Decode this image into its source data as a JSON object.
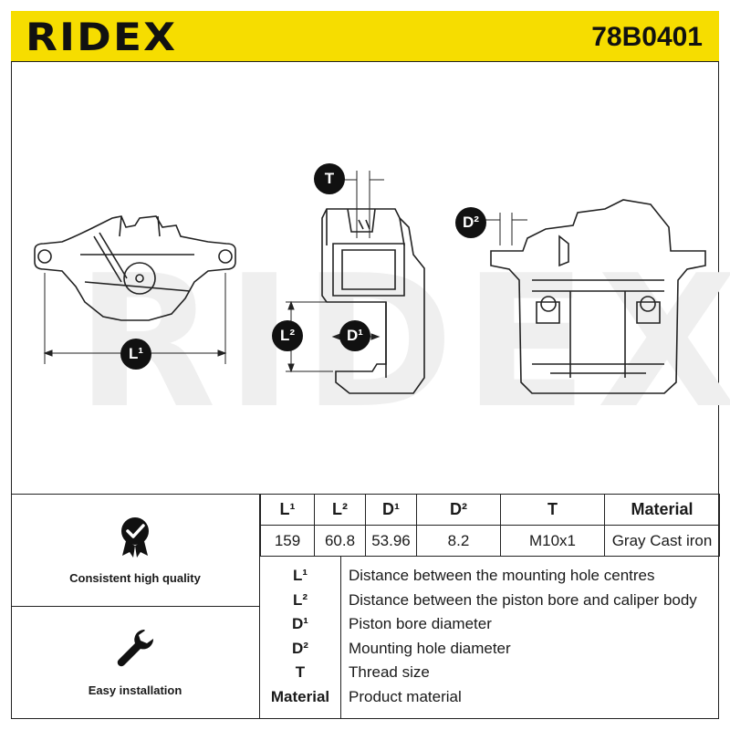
{
  "header": {
    "brand": "RIDEX",
    "part_number": "78B0401"
  },
  "drawing": {
    "watermark": "RIDEX",
    "labels": {
      "L1": "L¹",
      "L2": "L²",
      "D1": "D¹",
      "D2": "D²",
      "T": "T"
    }
  },
  "features": [
    {
      "icon": "quality-seal-icon",
      "label": "Consistent high quality"
    },
    {
      "icon": "wrench-icon",
      "label": "Easy installation"
    }
  ],
  "specs": {
    "headers": [
      "L¹",
      "L²",
      "D¹",
      "D²",
      "T",
      "Material"
    ],
    "values": [
      "159",
      "60.8",
      "53.96",
      "8.2",
      "M10x1",
      "Gray Cast iron"
    ]
  },
  "legend": [
    {
      "key": "L¹",
      "desc": "Distance between the mounting hole centres"
    },
    {
      "key": "L²",
      "desc": "Distance between the piston bore and caliper body"
    },
    {
      "key": "D¹",
      "desc": "Piston bore diameter"
    },
    {
      "key": "D²",
      "desc": "Mounting hole diameter"
    },
    {
      "key": "T",
      "desc": "Thread size"
    },
    {
      "key": "Material",
      "desc": "Product material"
    }
  ],
  "colors": {
    "header": "#f6dd00",
    "ink": "#111111"
  }
}
